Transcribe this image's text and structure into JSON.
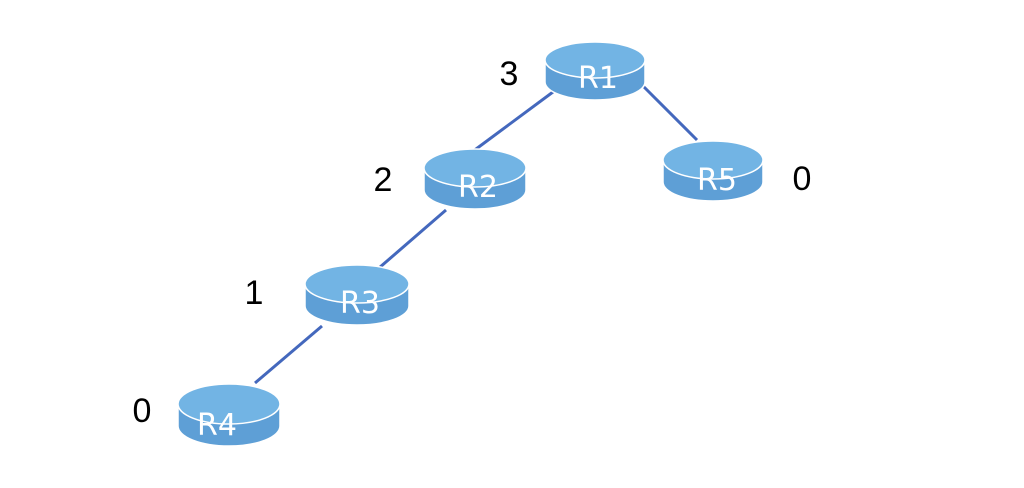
{
  "colors": {
    "router_top": "#72b4e4",
    "router_side": "#5e9fd6",
    "router_edge": "#ffffff",
    "link": "#4468bd",
    "label_text": "#ffffff",
    "hop_text": "#000000"
  },
  "routers": [
    {
      "id": "r1",
      "name": "R1",
      "hop": "3"
    },
    {
      "id": "r2",
      "name": "R2",
      "hop": "2"
    },
    {
      "id": "r3",
      "name": "R3",
      "hop": "1"
    },
    {
      "id": "r4",
      "name": "R4",
      "hop": "0"
    },
    {
      "id": "r5",
      "name": "R5",
      "hop": "0"
    }
  ],
  "links": [
    {
      "from": "r1",
      "to": "r2"
    },
    {
      "from": "r2",
      "to": "r3"
    },
    {
      "from": "r3",
      "to": "r4"
    },
    {
      "from": "r1",
      "to": "r5"
    }
  ]
}
